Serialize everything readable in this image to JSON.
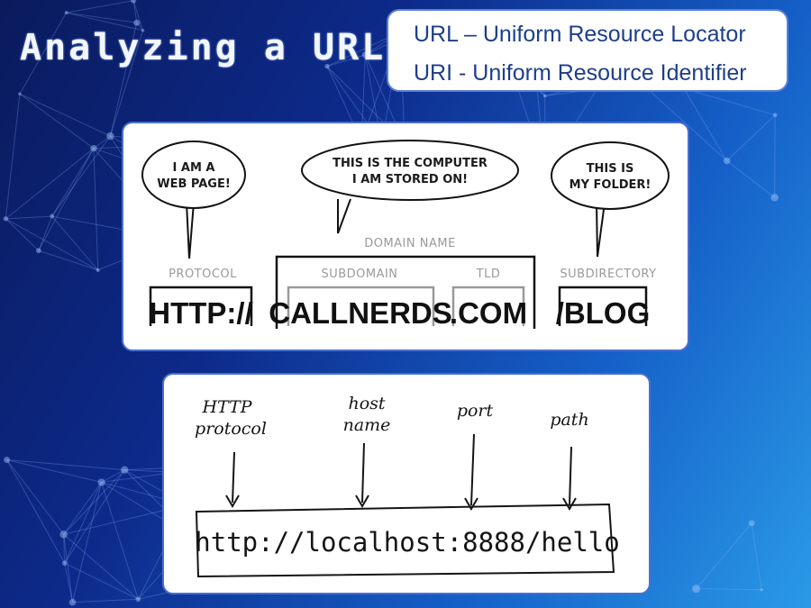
{
  "slide": {
    "title": "Analyzing a URL",
    "definitions": [
      "URL – Uniform Resource Locator",
      "URI - Uniform Resource Identifier"
    ]
  },
  "diagram_top": {
    "bubbles": {
      "protocol": [
        "I AM A",
        "WEB PAGE!"
      ],
      "domain": [
        "THIS IS THE COMPUTER",
        "I AM STORED ON!"
      ],
      "folder": [
        "THIS IS",
        "MY FOLDER!"
      ]
    },
    "labels": {
      "domain_name": "DOMAIN NAME",
      "protocol": "PROTOCOL",
      "subdomain": "SUBDOMAIN",
      "tld": "TLD",
      "subdirectory": "SUBDIRECTORY"
    },
    "parts": {
      "protocol": "HTTP://",
      "subdomain": "CALLNERDS",
      "tld": ".COM",
      "subdirectory": "/BLOG"
    }
  },
  "diagram_bottom": {
    "labels": {
      "protocol_line1": "HTTP",
      "protocol_line2": "protocol",
      "host_line1": "host",
      "host_line2": "name",
      "port": "port",
      "path": "path"
    },
    "url": "http://localhost:8888/hello"
  },
  "colors": {
    "background_dark": "#0a1a5c",
    "background_light": "#2a9ae6",
    "definition_text": "#1d3f8a",
    "panel_border": "#4a6fd0"
  }
}
